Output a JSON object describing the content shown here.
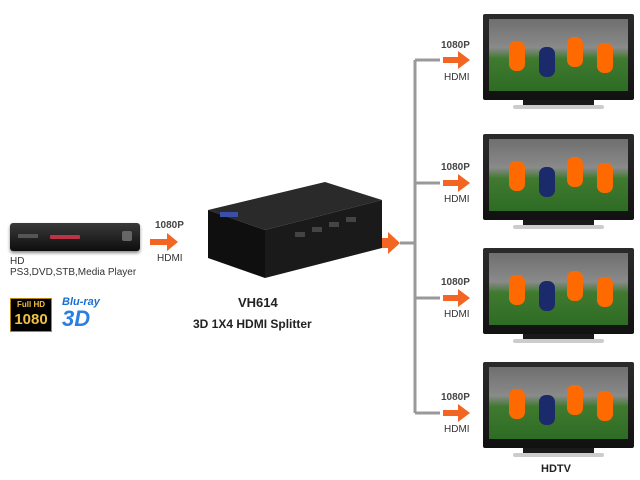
{
  "source": {
    "label_line1": "HD",
    "label_line2": "PS3,DVD,STB,Media Player",
    "output_res": "1080P",
    "output_type": "HDMI"
  },
  "badges": {
    "fullhd_top": "Full HD",
    "fullhd_bottom": "1080",
    "bluray_top": "Blu-ray",
    "bluray_bottom": "3D"
  },
  "device": {
    "model": "VH614",
    "description": "3D 1X4 HDMI Splitter"
  },
  "outputs": [
    {
      "res": "1080P",
      "type": "HDMI"
    },
    {
      "res": "1080P",
      "type": "HDMI"
    },
    {
      "res": "1080P",
      "type": "HDMI"
    },
    {
      "res": "1080P",
      "type": "HDMI"
    }
  ],
  "display_label": "HDTV",
  "colors": {
    "arrow": "#f26522",
    "connector": "#999999",
    "device_body": "#1c1c1c"
  }
}
